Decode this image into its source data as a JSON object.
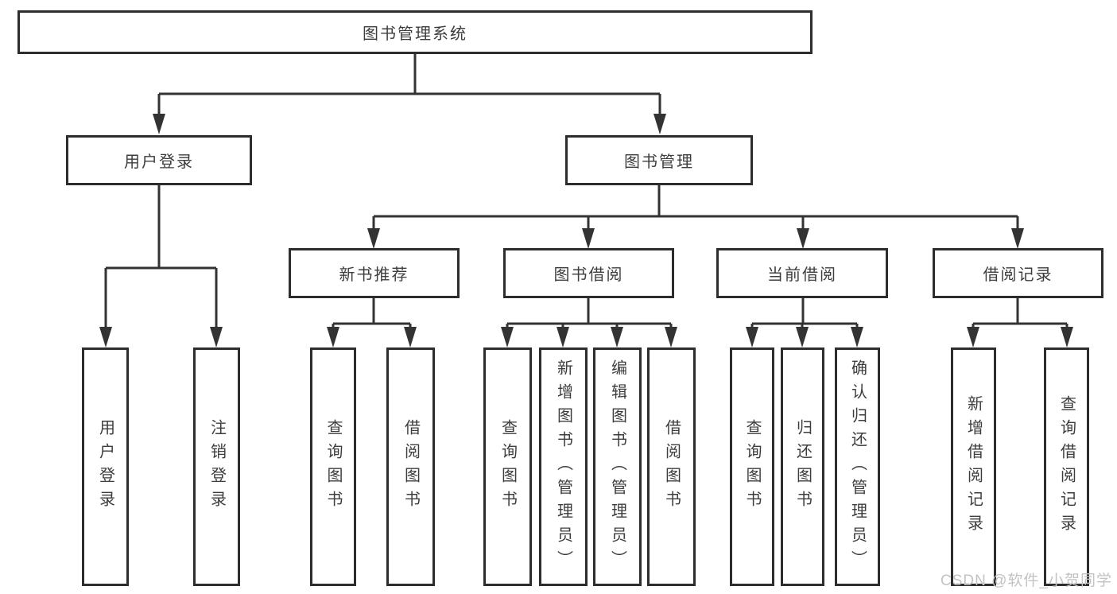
{
  "chart": {
    "root": {
      "label": "图书管理系统"
    },
    "branches": [
      {
        "label": "用户登录",
        "children": [
          {
            "label": "用户登录"
          },
          {
            "label": "注销登录"
          }
        ]
      },
      {
        "label": "图书管理",
        "children": [
          {
            "label": "新书推荐",
            "children": [
              {
                "label": "查询图书"
              },
              {
                "label": "借阅图书"
              }
            ]
          },
          {
            "label": "图书借阅",
            "children": [
              {
                "label": "查询图书"
              },
              {
                "label": "新增图书（管理员）"
              },
              {
                "label": "编辑图书（管理员）"
              },
              {
                "label": "借阅图书"
              }
            ]
          },
          {
            "label": "当前借阅",
            "children": [
              {
                "label": "查询图书"
              },
              {
                "label": "归还图书"
              },
              {
                "label": "确认归还（管理员）"
              }
            ]
          },
          {
            "label": "借阅记录",
            "children": [
              {
                "label": "新增借阅记录"
              },
              {
                "label": "查询借阅记录"
              }
            ]
          }
        ]
      }
    ]
  },
  "watermark": {
    "text": "CSDN @软件_小贺同学"
  },
  "colors": {
    "line": "#333333",
    "box_border": "#2d2d2d",
    "box_fill": "#ffffff",
    "text": "#3d3d3d",
    "watermark": "#c3c3c3",
    "background": "#ffffff"
  }
}
